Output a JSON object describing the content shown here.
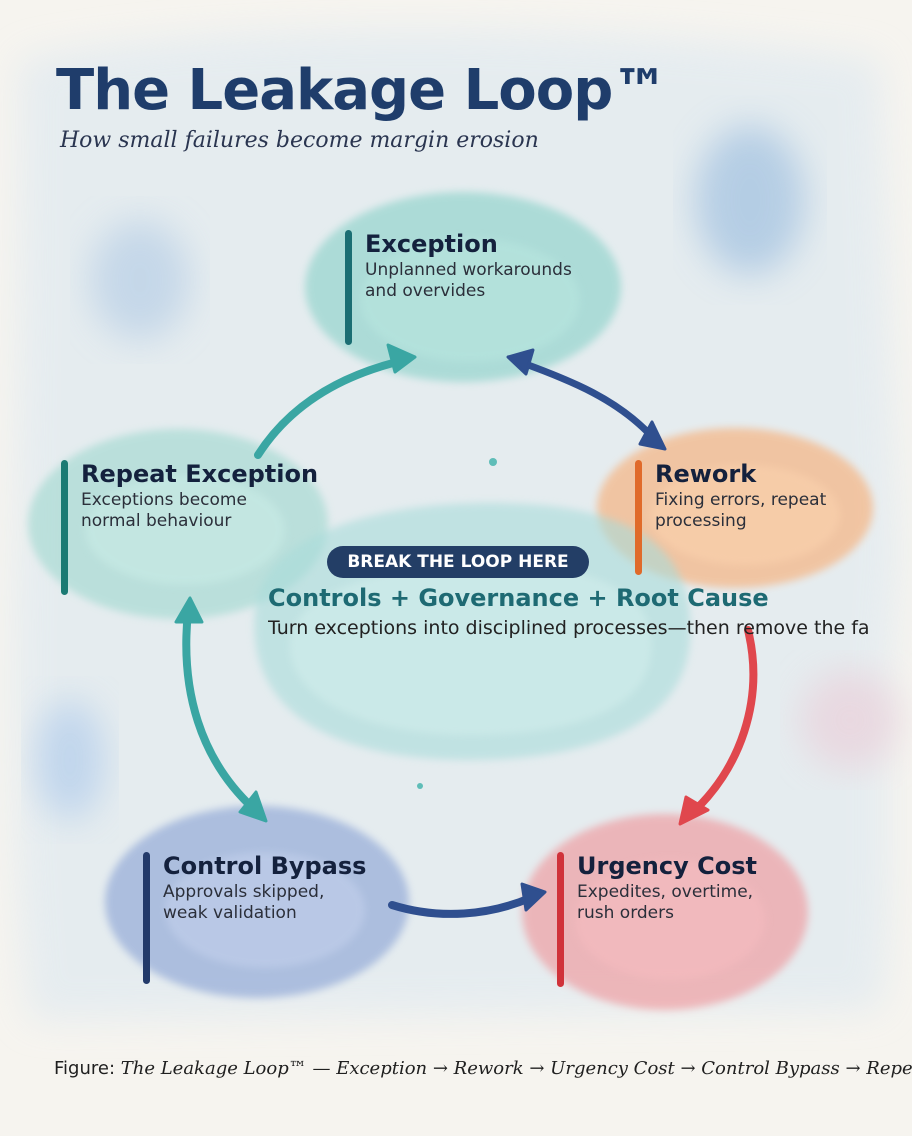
{
  "header": {
    "title": "The Leakage Loop™",
    "subtitle": "How small failures become margin erosion"
  },
  "nodes": {
    "exception": {
      "title": "Exception",
      "desc": "Unplanned workarounds and overvides",
      "color": "#1b6e73"
    },
    "rework": {
      "title": "Rework",
      "desc": "Fixing errors, repeat processing",
      "color": "#e06a2a"
    },
    "urgency": {
      "title": "Urgency Cost",
      "desc": "Expedites, overtime, rush orders",
      "color": "#d0323a"
    },
    "bypass": {
      "title": "Control Bypass",
      "desc": "Approvals skipped, weak validation",
      "color": "#233a6a"
    },
    "repeat": {
      "title": "Repeat Exception",
      "desc": "Exceptions become normal behaviour",
      "color": "#1b7a73"
    }
  },
  "center": {
    "badge": "BREAK THE LOOP HERE",
    "title": "Controls + Governance + Root Cause",
    "desc": "Turn exceptions into disciplined processes—then remove the fa"
  },
  "caption": {
    "prefix": "Figure: ",
    "text": "The Leakage Loop™ — Exception → Rework → Urgency Cost → Control Bypass → Repeat Except"
  }
}
